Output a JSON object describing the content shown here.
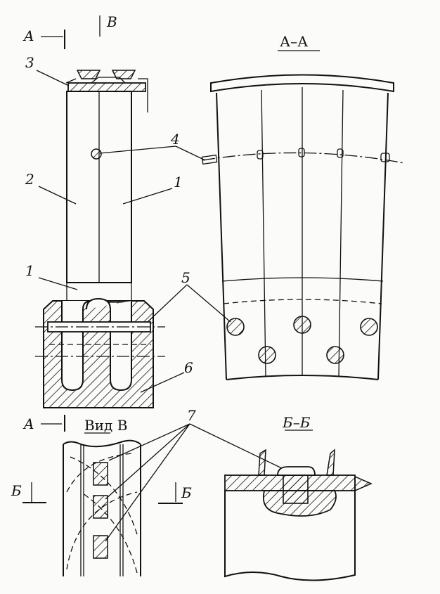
{
  "labels": {
    "section_a_left": "A",
    "view_b_arrow": "B",
    "section_a_title": "А–А",
    "part_3": "3",
    "part_4": "4",
    "part_2": "2",
    "part_1_upper": "1",
    "part_1_lower": "1",
    "part_5": "5",
    "part_6": "6",
    "section_a_bottom": "A",
    "view_b_title": "Вид В",
    "part_7": "7",
    "section_b_title": "Б–Б",
    "section_b_left": "Б",
    "section_b_right": "Б"
  }
}
